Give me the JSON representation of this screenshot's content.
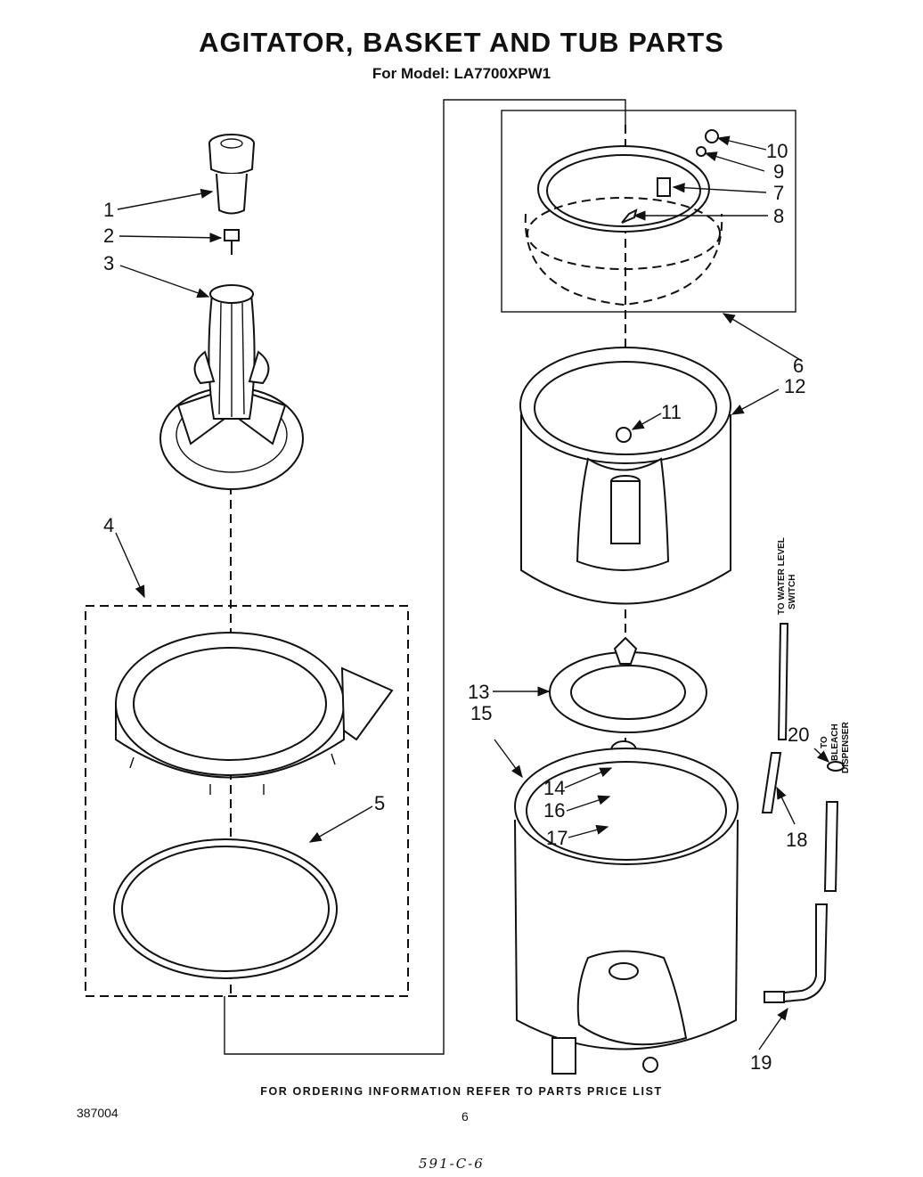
{
  "title": "AGITATOR, BASKET AND TUB PARTS",
  "subtitle": "For Model: LA7700XPW1",
  "footer_note": "FOR ORDERING INFORMATION REFER TO PARTS PRICE LIST",
  "doc_number": "387004",
  "page_number": "6",
  "handwritten_note": "591-C-6",
  "callouts": {
    "c1": "1",
    "c2": "2",
    "c3": "3",
    "c4": "4",
    "c5": "5",
    "c6": "6",
    "c7": "7",
    "c8": "8",
    "c9": "9",
    "c10": "10",
    "c11": "11",
    "c12": "12",
    "c13": "13",
    "c14": "14",
    "c15": "15",
    "c16": "16",
    "c17": "17",
    "c18": "18",
    "c19": "19",
    "c20": "20"
  },
  "side_labels": {
    "water_level_1": "TO WATER LEVEL",
    "water_level_2": "SWITCH",
    "bleach_1": "TO",
    "bleach_2": "BLEACH",
    "bleach_3": "DISPENSER"
  }
}
